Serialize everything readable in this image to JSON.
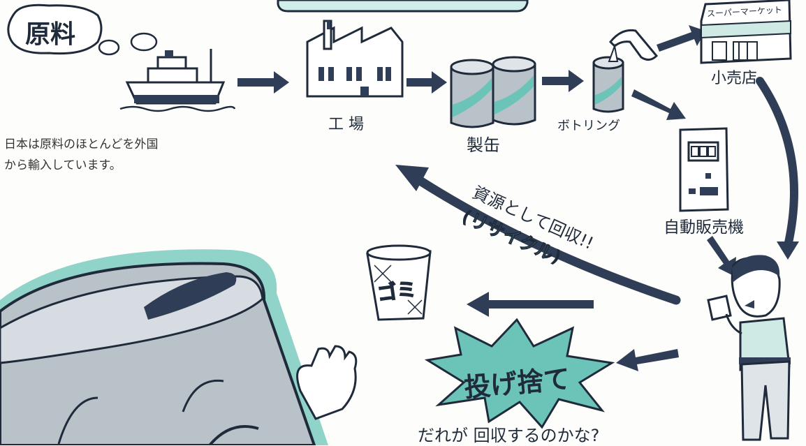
{
  "raw_material": "原料",
  "intro": {
    "line1": "日本は原料のほとんどを外国",
    "line2": "から輸入しています。"
  },
  "stages": {
    "factory": "工 場",
    "can_making": "製缶",
    "bottling": "ボトリング",
    "supermarket_sign": "スーパーマーケット",
    "retail_store": "小売店",
    "vending_machine": "自動販売機",
    "garbage": "ゴミ",
    "littering": "投げ捨て"
  },
  "recycle": {
    "line1": "資源として回収!!",
    "paren_open": "(",
    "word": "リサイクル",
    "paren_close": ")"
  },
  "question": "だれが 回収するのかな?",
  "colors": {
    "navy": "#2f3e56",
    "teal": "#6cc3b8",
    "can_gray": "#b9c2c9",
    "outline": "#1f2a3a"
  }
}
